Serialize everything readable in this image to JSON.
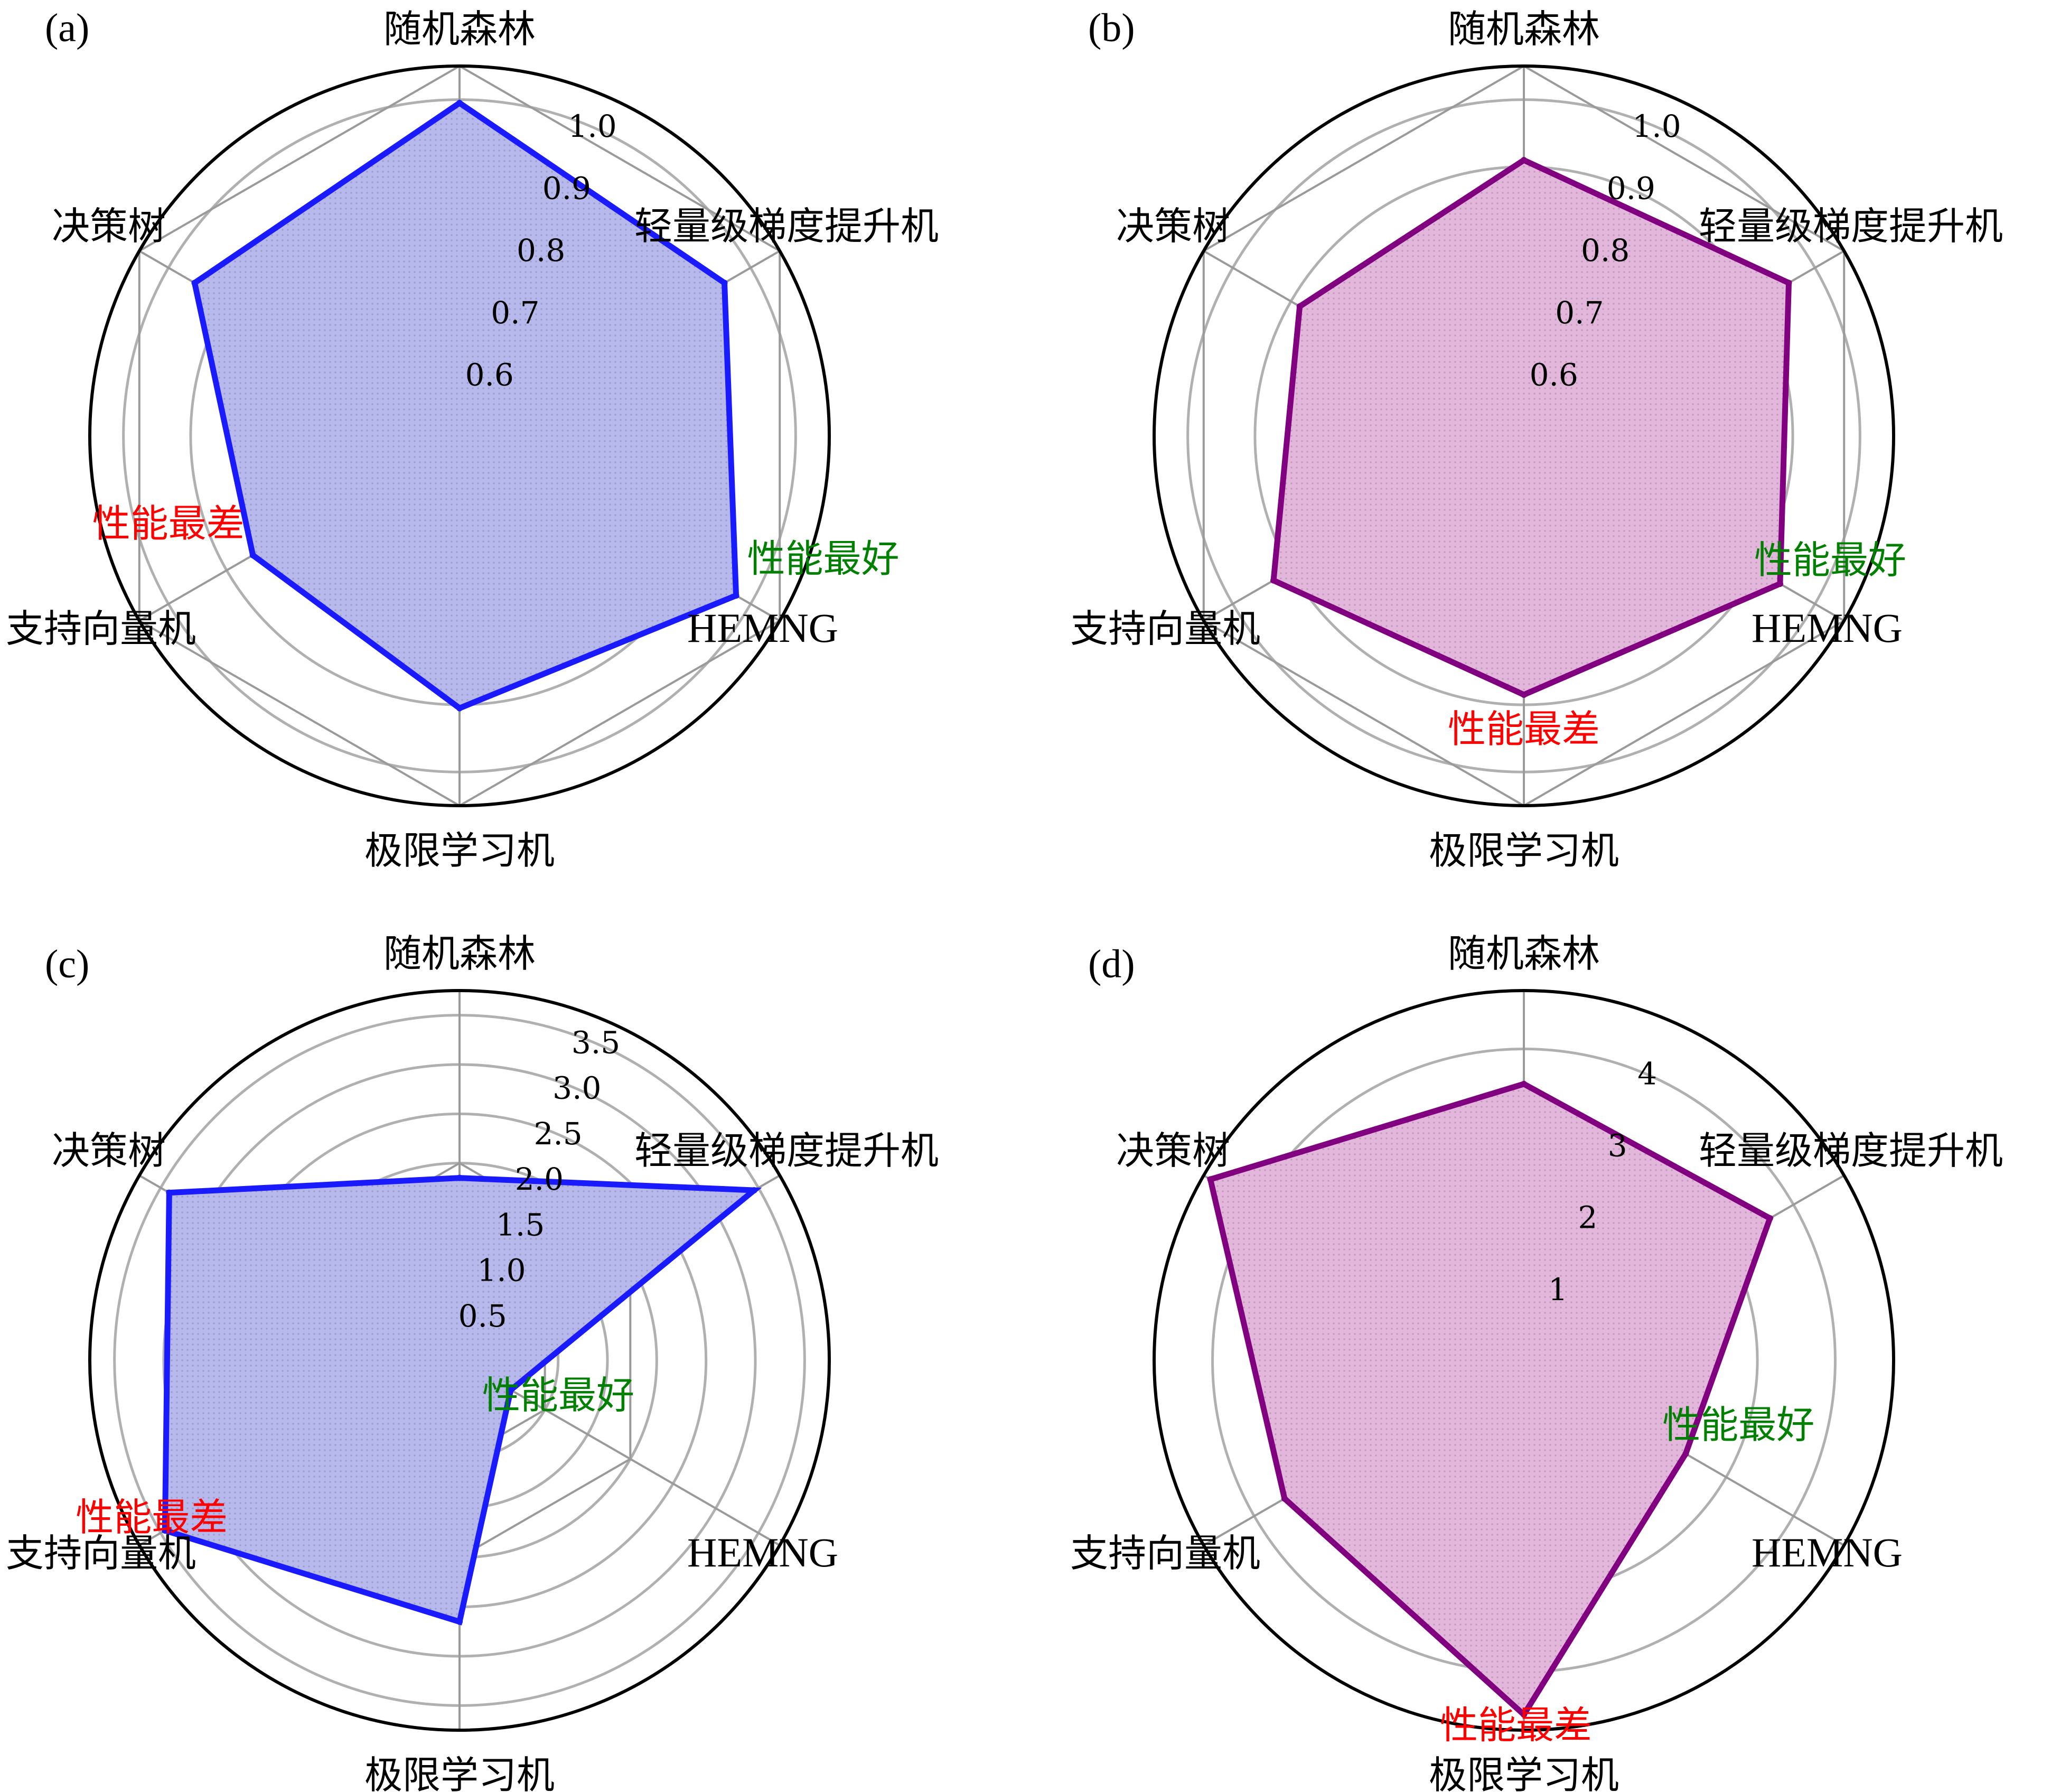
{
  "axes": [
    "随机森林",
    "轻量级梯度提升机",
    "HEMNG",
    "极限学习机",
    "支持向量机",
    "决策树"
  ],
  "colors": {
    "blue_line": "#1a1aff",
    "blue_fill": "#b7b9ec",
    "purple_line": "#800080",
    "purple_fill": "#e3b6db",
    "best": "#008000",
    "worst": "#ff0000",
    "grid_circle": "#b0b0b0",
    "grid_spoke": "#9a9a9a",
    "frame": "#000000"
  },
  "chart_data": [
    {
      "type": "radar",
      "panel": "(a)",
      "axes": [
        "随机森林",
        "轻量级梯度提升机",
        "HEMNG",
        "极限学习机",
        "支持向量机",
        "决策树"
      ],
      "rlim": [
        0.5,
        1.05
      ],
      "ticks": [
        0.6,
        0.7,
        0.8,
        0.9,
        1.0
      ],
      "tick_labels": [
        "0.6",
        "0.7",
        "0.8",
        "0.9",
        "1.0"
      ],
      "values": [
        0.995,
        0.955,
        0.975,
        0.905,
        0.855,
        0.955
      ],
      "color": "blue",
      "annotations": [
        {
          "text": "性能最好",
          "role": "best",
          "axis": 2
        },
        {
          "text": "性能最差",
          "role": "worst",
          "axis": 4
        }
      ]
    },
    {
      "type": "radar",
      "panel": "(b)",
      "axes": [
        "随机森林",
        "轻量级梯度提升机",
        "HEMNG",
        "极限学习机",
        "支持向量机",
        "决策树"
      ],
      "rlim": [
        0.5,
        1.05
      ],
      "ticks": [
        0.6,
        0.7,
        0.8,
        0.9,
        1.0
      ],
      "tick_labels": [
        "0.6",
        "0.7",
        "0.8",
        "0.9",
        "1.0"
      ],
      "values": [
        0.91,
        0.955,
        0.94,
        0.885,
        0.93,
        0.885
      ],
      "color": "purple",
      "annotations": [
        {
          "text": "性能最好",
          "role": "best",
          "axis": 2
        },
        {
          "text": "性能最差",
          "role": "worst",
          "axis": 3
        }
      ]
    },
    {
      "type": "radar",
      "panel": "(c)",
      "axes": [
        "随机森林",
        "轻量级梯度提升机",
        "HEMNG",
        "极限学习机",
        "支持向量机",
        "决策树"
      ],
      "rlim": [
        0,
        3.75
      ],
      "ticks": [
        0.5,
        1.0,
        1.5,
        2.0,
        2.5,
        3.0,
        3.5
      ],
      "tick_labels": [
        "0.5",
        "1.0",
        "1.5",
        "2.0",
        "2.5",
        "3.0",
        "3.5"
      ],
      "hex_rings": [
        1.0,
        2.0
      ],
      "values": [
        1.85,
        3.45,
        0.6,
        2.65,
        3.45,
        3.4
      ],
      "color": "blue",
      "annotations": [
        {
          "text": "性能最好",
          "role": "best",
          "axis": 2
        },
        {
          "text": "性能最差",
          "role": "worst",
          "axis": 4
        }
      ]
    },
    {
      "type": "radar",
      "panel": "(d)",
      "axes": [
        "随机森林",
        "轻量级梯度提升机",
        "HEMNG",
        "极限学习机",
        "支持向量机",
        "决策树"
      ],
      "rlim": [
        0,
        4.75
      ],
      "ticks": [
        1,
        2,
        3,
        4
      ],
      "tick_labels": [
        "1",
        "2",
        "3",
        "4"
      ],
      "hex_rings": [
        1.0,
        2.0
      ],
      "values": [
        3.55,
        3.65,
        2.4,
        4.55,
        3.55,
        4.65
      ],
      "color": "purple",
      "annotations": [
        {
          "text": "性能最好",
          "role": "best",
          "axis": 2
        },
        {
          "text": "性能最差",
          "role": "worst",
          "axis": 3
        }
      ]
    }
  ]
}
